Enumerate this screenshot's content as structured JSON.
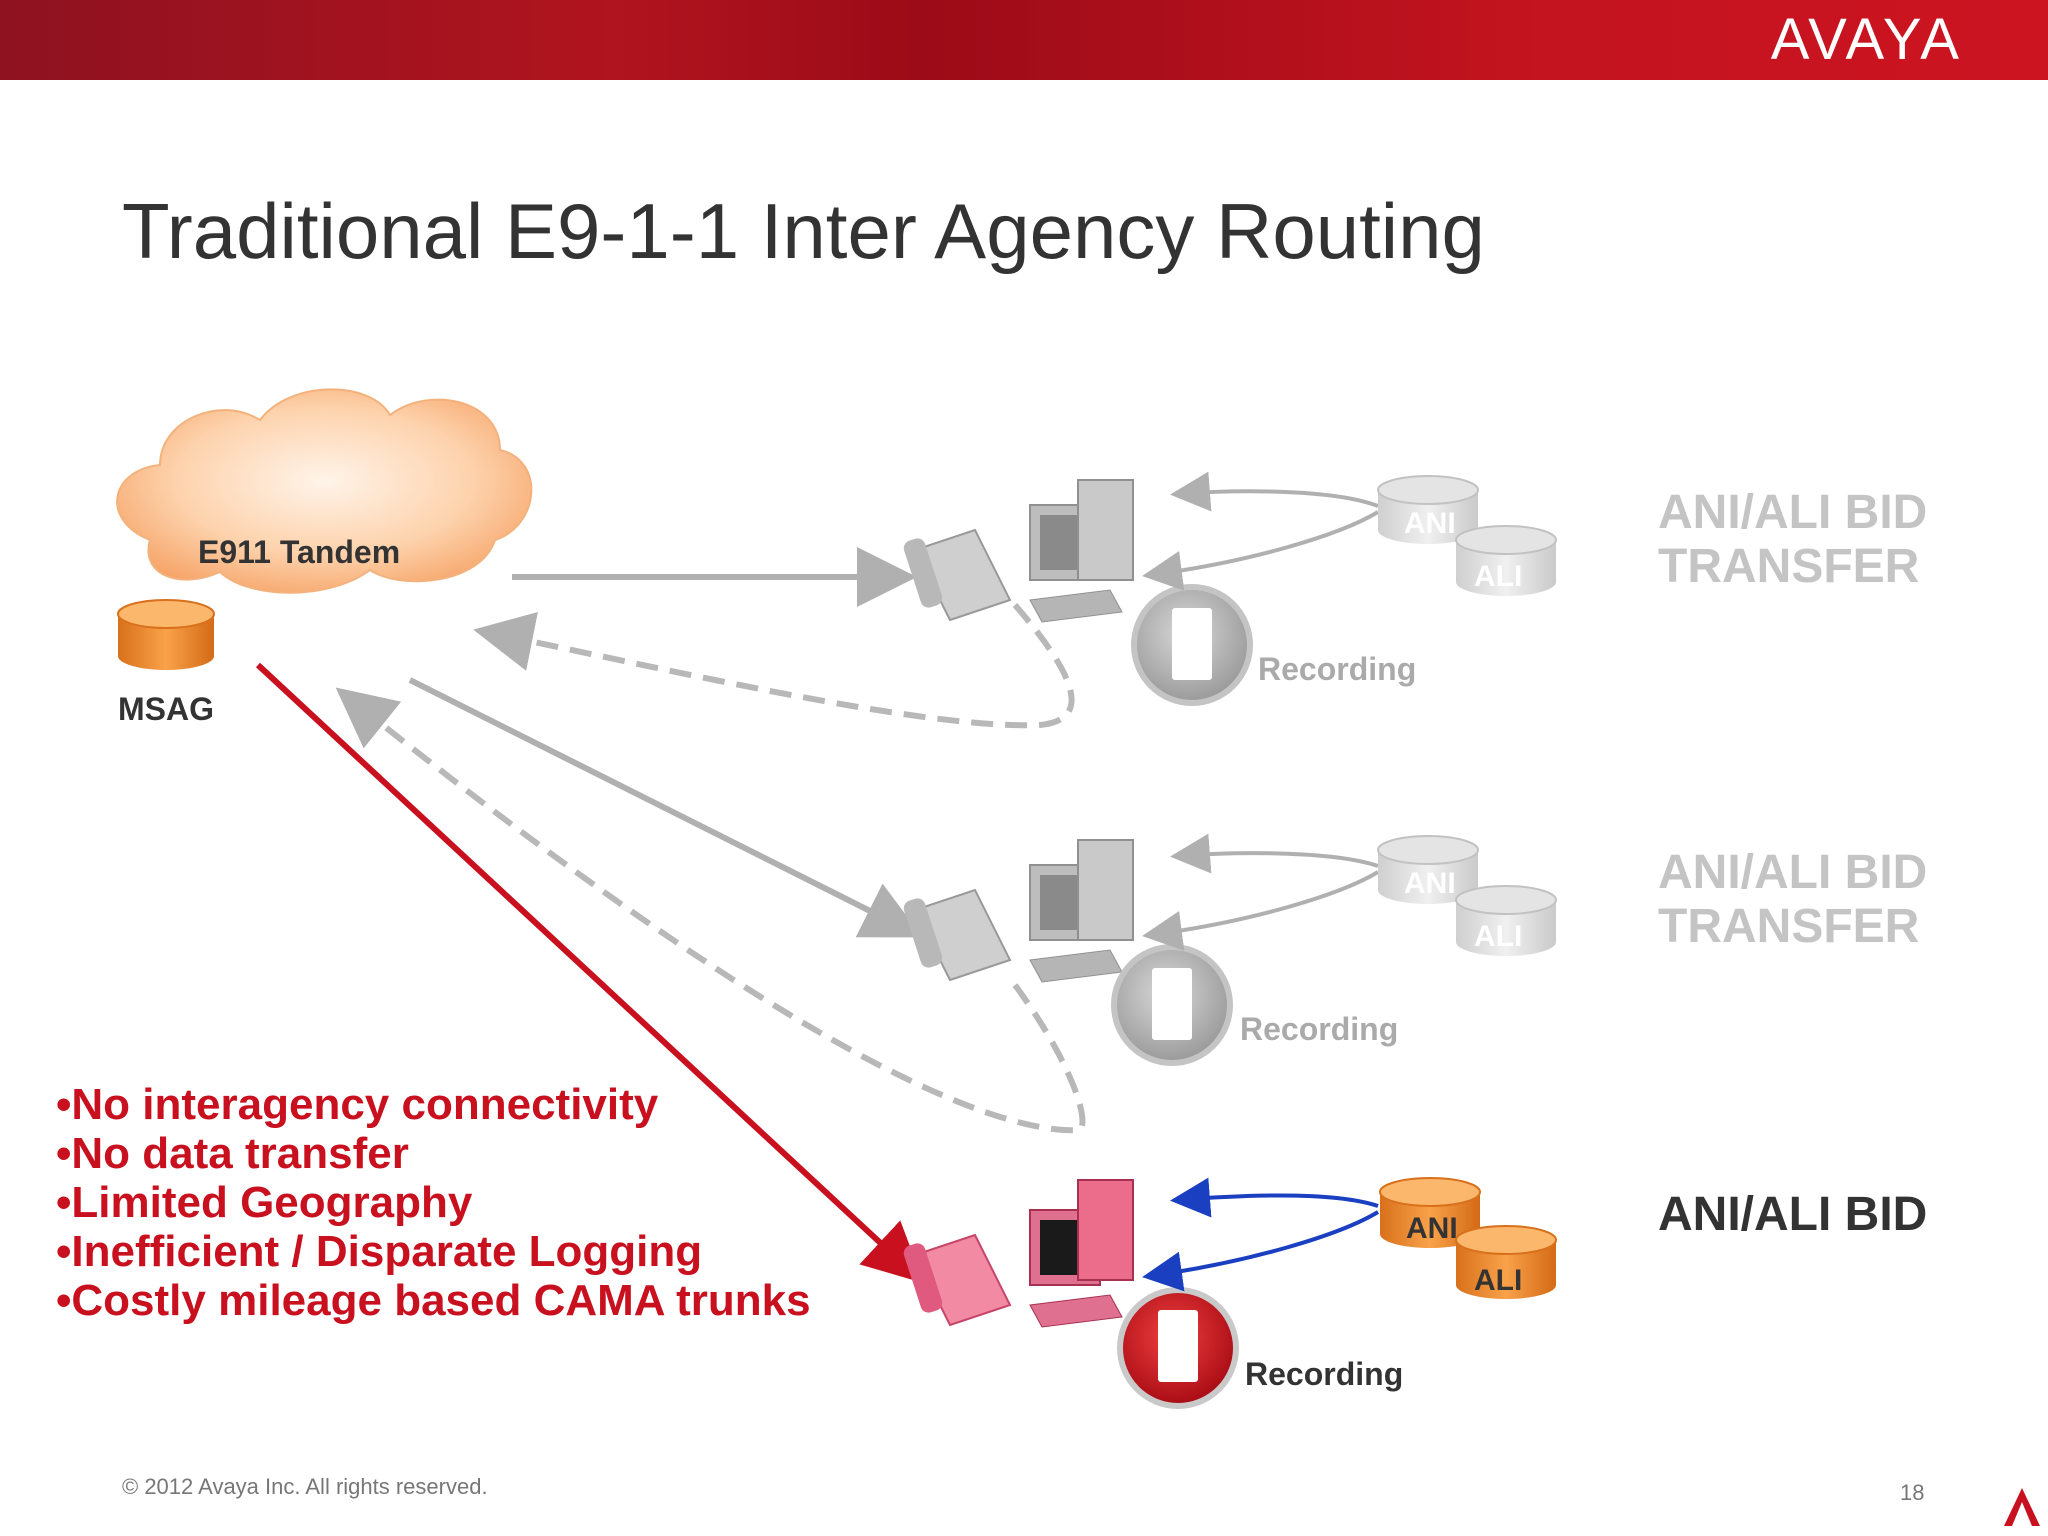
{
  "header": {
    "logo_text": "AVAYA"
  },
  "slide": {
    "title": "Traditional E9-1-1 Inter Agency Routing"
  },
  "diagram": {
    "tandem_label": "E911 Tandem",
    "msag_label": "MSAG",
    "psaps": [
      {
        "ani": "ANI",
        "ali": "ALI",
        "recording": "Recording",
        "side_line1": "ANI/ALI  BID",
        "side_line2": "TRANSFER",
        "state": "inactive"
      },
      {
        "ani": "ANI",
        "ali": "ALI",
        "recording": "Recording",
        "side_line1": "ANI/ALI  BID",
        "side_line2": "TRANSFER",
        "state": "inactive"
      },
      {
        "ani": "ANI",
        "ali": "ALI",
        "recording": "Recording",
        "side_line1": "ANI/ALI  BID",
        "side_line2": "",
        "state": "active"
      }
    ]
  },
  "bullets": [
    "No interagency connectivity",
    "No data transfer",
    "Limited Geography",
    "Inefficient / Disparate Logging",
    "Costly mileage based CAMA trunks"
  ],
  "footer": {
    "copyright": "© 2012 Avaya Inc. All rights reserved.",
    "page": "18"
  },
  "colors": {
    "brand_red": "#c8101e",
    "accent_blue": "#1a3fc0",
    "db_orange": "#f0882c",
    "inactive_gray": "#b5b5b5"
  }
}
